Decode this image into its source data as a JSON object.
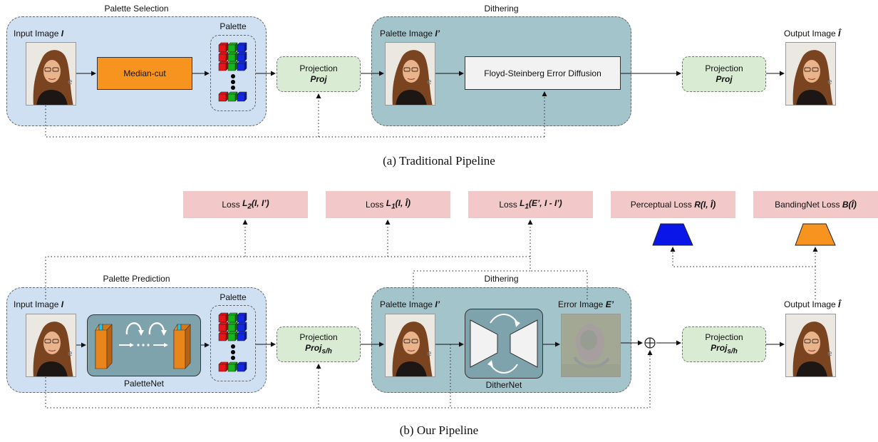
{
  "pipeline_a": {
    "panel_palette_selection": "Palette Selection",
    "panel_dithering": "Dithering",
    "input_label": "Input Image ",
    "input_var": "I",
    "palette_label": "Palette",
    "median_cut": "Median-cut",
    "projection_title": "Projection",
    "projection_var": "Proj",
    "palette_image_label": "Palette Image ",
    "palette_image_var": "I’",
    "floyd": "Floyd-Steinberg Error Diffusion",
    "output_label": "Output Image ",
    "output_var": "Î",
    "caption": "(a) Traditional Pipeline"
  },
  "pipeline_b": {
    "losses": [
      {
        "prefix": "Loss ",
        "expr": "L",
        "sub": "2",
        "args": "(I, I’)"
      },
      {
        "prefix": "Loss ",
        "expr": "L",
        "sub": "1",
        "args": "(I, Î)"
      },
      {
        "prefix": "Loss ",
        "expr": "L",
        "sub": "1",
        "args": "(E’, I - I’)"
      },
      {
        "prefix": "Perceptual Loss ",
        "expr": "R",
        "sub": "",
        "args": "(I, Î)"
      },
      {
        "prefix": "BandingNet Loss ",
        "expr": "B",
        "sub": "",
        "args": "(Î)"
      }
    ],
    "panel_palette_prediction": "Palette Prediction",
    "panel_dithering": "Dithering",
    "input_label": "Input Image ",
    "input_var": "I",
    "palette_label": "Palette",
    "palettenet": "PaletteNet",
    "projection_title": "Projection",
    "projection_var": "Proj",
    "projection_sub": "s/h",
    "palette_image_label": "Palette Image ",
    "palette_image_var": "I’",
    "error_image_label": "Error Image ",
    "error_image_var": "E’",
    "dithernet": "DitherNet",
    "output_label": "Output Image ",
    "output_var": "Î",
    "caption": "(b) Our Pipeline"
  },
  "colors": {
    "panel_blue": "#cfe0f2",
    "panel_teal": "#a4c4cb",
    "median_orange": "#f6941f",
    "projection_green": "#d9ecd3",
    "loss_pink": "#f2c8c9",
    "perceptual_blue": "#0a16e8",
    "banding_orange": "#f6941f"
  },
  "icons": [
    "portrait-photo",
    "palette-swatch-cubes",
    "feature-stack",
    "curved-arrow",
    "encoder-decoder",
    "sum-circle",
    "trapezoid-network"
  ]
}
